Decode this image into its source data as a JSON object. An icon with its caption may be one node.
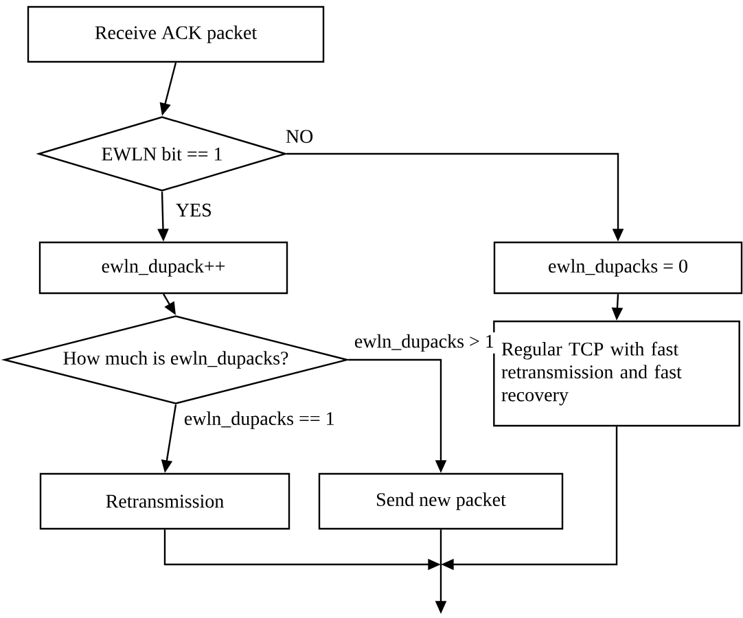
{
  "diagram": {
    "nodes": [
      {
        "text": [
          "Receive ACK packet"
        ]
      },
      {
        "text": [
          "EWLN bit == 1"
        ]
      },
      {
        "text": [
          "ewln_dupack++"
        ]
      },
      {
        "text": [
          "ewln_dupacks = 0"
        ]
      },
      {
        "text": [
          "How much is ewln_dupacks?"
        ]
      },
      {
        "text": [
          "Regular TCP with fast retransmission and fast recovery"
        ]
      },
      {
        "text": [
          "Retransmission"
        ]
      },
      {
        "text": [
          "Send new packet"
        ]
      }
    ],
    "edges": [
      {
        "from": 0,
        "to": 1,
        "arrow": "to"
      },
      {
        "from": 1,
        "to": 2,
        "arrow": "to",
        "label": "YES"
      },
      {
        "from": 1,
        "to": 3,
        "arrow": "to",
        "label": "NO"
      },
      {
        "from": 2,
        "to": 4,
        "arrow": "to"
      },
      {
        "from": 3,
        "to": 5,
        "arrow": "to"
      },
      {
        "from": 4,
        "to": 7,
        "arrow": "to",
        "label": "ewln_dupacks > 1"
      },
      {
        "from": 4,
        "to": 6,
        "arrow": "to",
        "label": "ewln_dupacks == 1"
      },
      {
        "from": 6,
        "to": null,
        "arrow": "to"
      },
      {
        "from": 7,
        "to": null,
        "arrow": "to"
      },
      {
        "from": 5,
        "to": null,
        "arrow": "to"
      }
    ]
  }
}
